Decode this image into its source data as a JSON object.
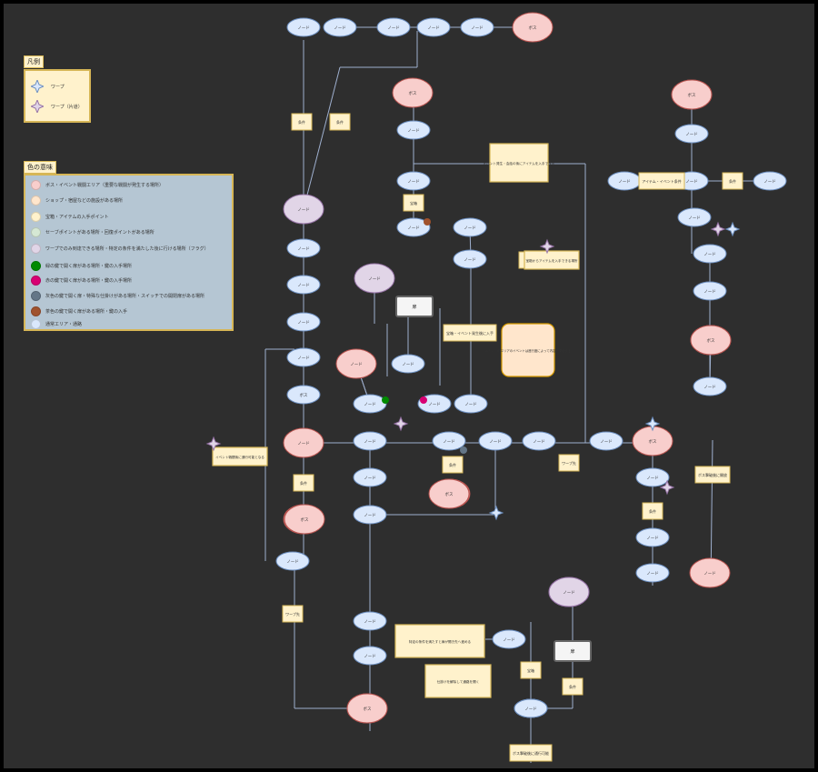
{
  "legend_icons": {
    "title": "凡例",
    "items": [
      {
        "label": "ワープ",
        "color": "#dae8fc"
      },
      {
        "label": "ワープ（片道）",
        "color": "#e1d5e7"
      }
    ]
  },
  "legend_colors": {
    "title": "色の意味",
    "items": [
      {
        "label": "ボス・イベント戦闘エリア（重要な戦闘が発生する場所）",
        "color": "#f8cecc"
      },
      {
        "label": "ショップ・宿屋などの施設がある場所",
        "color": "#ffe6cc"
      },
      {
        "label": "宝箱・アイテムの入手ポイント",
        "color": "#fff2cc"
      },
      {
        "label": "セーブポイントがある場所・回復ポイントがある場所",
        "color": "#d5e8d4"
      },
      {
        "label": "ワープでのみ到達できる場所・特定の条件を満たした後に行ける場所（フラグ）",
        "color": "#e1d5e7"
      },
      {
        "label": "緑の鍵で開く扉がある場所・鍵の入手場所",
        "color": "#008a00"
      },
      {
        "label": "赤の鍵で開く扉がある場所・鍵の入手場所",
        "color": "#d80073"
      },
      {
        "label": "灰色の鍵で開く扉・特殊な仕掛けがある場所・スイッチでの開閉扉がある場所",
        "color": "#647687"
      },
      {
        "label": "茶色の鍵で開く扉がある場所・鍵の入手",
        "color": "#a0522d"
      },
      {
        "label": "通常エリア・通路",
        "color": "#dae8fc"
      }
    ]
  },
  "colors": {
    "node_blue": "#dae8fc",
    "node_red": "#f8cecc",
    "node_purple": "#e1d5e7",
    "note_fill": "#fff2cc",
    "note_stroke": "#d6b656",
    "edge": "#9fb0cf",
    "canvas": "#2e2e2e"
  },
  "diagram": {
    "nodes": [
      {
        "id": "n1",
        "label": "ノード"
      },
      {
        "id": "n2",
        "label": "ノード"
      },
      {
        "id": "n3",
        "label": "ノード"
      },
      {
        "id": "n4",
        "label": "ノード"
      },
      {
        "id": "n5",
        "label": "ノード"
      },
      {
        "id": "n6",
        "label": "ボス"
      },
      {
        "id": "n7",
        "label": "ボス"
      },
      {
        "id": "n8",
        "label": "ノード"
      },
      {
        "id": "n9",
        "label": "ノード"
      },
      {
        "id": "n10",
        "label": "ノード"
      },
      {
        "id": "n11",
        "label": "ノード"
      },
      {
        "id": "n12",
        "label": "ノード"
      },
      {
        "id": "n13",
        "label": "ノード"
      },
      {
        "id": "n14",
        "label": "ノード"
      },
      {
        "id": "n15",
        "label": "ノード"
      },
      {
        "id": "n16",
        "label": "ノード"
      },
      {
        "id": "n17",
        "label": "ノード"
      },
      {
        "id": "n18",
        "label": "ボス"
      },
      {
        "id": "n19",
        "label": "ノード"
      },
      {
        "id": "n20",
        "label": "ノード"
      },
      {
        "id": "n21",
        "label": "ノード"
      },
      {
        "id": "n22",
        "label": "ノード"
      },
      {
        "id": "n23",
        "label": "ノード"
      },
      {
        "id": "n24",
        "label": "ノード"
      },
      {
        "id": "n25",
        "label": "ノード"
      },
      {
        "id": "n26",
        "label": "ノード"
      },
      {
        "id": "n27",
        "label": "ノード"
      },
      {
        "id": "n28",
        "label": "ノード"
      },
      {
        "id": "n29",
        "label": "ノード"
      },
      {
        "id": "n30",
        "label": "ボス"
      },
      {
        "id": "n31",
        "label": "ボス"
      },
      {
        "id": "n32",
        "label": "ノード"
      },
      {
        "id": "n33",
        "label": "ノード"
      },
      {
        "id": "n34",
        "label": "ノード"
      },
      {
        "id": "n35",
        "label": "ボス"
      },
      {
        "id": "n36",
        "label": "ノード"
      },
      {
        "id": "n37",
        "label": "ボス"
      },
      {
        "id": "n38",
        "label": "ノード"
      },
      {
        "id": "n39",
        "label": "ノード"
      },
      {
        "id": "n40",
        "label": "ノード"
      },
      {
        "id": "n41",
        "label": "ノード"
      },
      {
        "id": "n42",
        "label": "ノード"
      },
      {
        "id": "n43",
        "label": "ノード"
      },
      {
        "id": "n44",
        "label": "ボス"
      },
      {
        "id": "n45",
        "label": "ノード"
      },
      {
        "id": "n46",
        "label": "ボス"
      },
      {
        "id": "n47",
        "label": "ノード"
      },
      {
        "id": "n48",
        "label": "ノード"
      },
      {
        "id": "n49",
        "label": "ノード"
      },
      {
        "id": "n50",
        "label": "ノード"
      },
      {
        "id": "n51",
        "label": "ノード"
      },
      {
        "id": "n52",
        "label": "ボス"
      },
      {
        "id": "n53",
        "label": "ノード"
      },
      {
        "id": "n54",
        "label": "ノード"
      },
      {
        "id": "n55",
        "label": "ノード"
      },
      {
        "id": "n56",
        "label": "ボス"
      },
      {
        "id": "n57",
        "label": "ノード"
      },
      {
        "id": "n58",
        "label": "ノード"
      },
      {
        "id": "n59",
        "label": "ノード"
      },
      {
        "id": "n60",
        "label": "ノード"
      },
      {
        "id": "n61",
        "label": "ノード"
      },
      {
        "id": "n62",
        "label": "ボス"
      },
      {
        "id": "n63",
        "label": "ノード"
      },
      {
        "id": "n64",
        "label": "ノード"
      }
    ],
    "notes": [
      {
        "id": "t1",
        "label": "条件"
      },
      {
        "id": "t2",
        "label": "条件"
      },
      {
        "id": "t3",
        "label": "宝箱"
      },
      {
        "id": "t4",
        "label": "宝箱・イベント発生後に入手"
      },
      {
        "id": "t5",
        "label": "条件"
      },
      {
        "id": "t6",
        "label": "条件"
      },
      {
        "id": "t7",
        "label": "ワープ先"
      },
      {
        "id": "t8",
        "label": "条件"
      },
      {
        "id": "t9",
        "label": "ボス撃破後に開放"
      },
      {
        "id": "t10",
        "label": "ワープ先"
      },
      {
        "id": "t11",
        "label": "宝箱"
      },
      {
        "id": "t12",
        "label": "条件"
      },
      {
        "id": "t13",
        "label": "ボス撃破後に通行可能"
      },
      {
        "id": "t14",
        "label": "アイテム・イベント条件"
      },
      {
        "id": "t15",
        "label": "条件"
      },
      {
        "id": "t16",
        "label": "条件"
      },
      {
        "id": "t17",
        "label": "条件"
      },
      {
        "id": "t18",
        "label": "ワープ先"
      }
    ],
    "big_notes": [
      {
        "id": "b1",
        "label": "イベント発生・会話の後にアイテムを入手できる"
      },
      {
        "id": "b2",
        "label": "特定の条件を満たすと扉が開き先へ進める"
      },
      {
        "id": "b3",
        "label": "仕掛けを解除して通路を開く"
      },
      {
        "id": "b4",
        "label": "宝箱からアイテムを入手できる場所"
      },
      {
        "id": "b5",
        "label": "イベント戦闘後に通行可能となる"
      }
    ],
    "boxes": [
      {
        "id": "g1",
        "label": "扉"
      },
      {
        "id": "g2",
        "label": "扉"
      }
    ],
    "orange_note": {
      "label": "メモ：このエリアのイベントは進行度によって内容が変化する"
    }
  }
}
